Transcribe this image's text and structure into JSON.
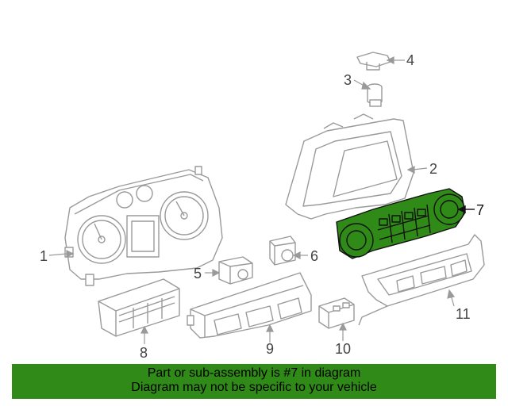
{
  "diagram": {
    "highlight_color": "#2f8a17",
    "line_color": "#9a9a9a",
    "highlighted_part": "7",
    "parts": [
      {
        "id": "1",
        "label": "1"
      },
      {
        "id": "2",
        "label": "2"
      },
      {
        "id": "3",
        "label": "3"
      },
      {
        "id": "4",
        "label": "4"
      },
      {
        "id": "5",
        "label": "5"
      },
      {
        "id": "6",
        "label": "6"
      },
      {
        "id": "7",
        "label": "7"
      },
      {
        "id": "8",
        "label": "8"
      },
      {
        "id": "9",
        "label": "9"
      },
      {
        "id": "10",
        "label": "10"
      },
      {
        "id": "11",
        "label": "11"
      }
    ]
  },
  "banner": {
    "line1": "Part or sub-assembly is #7 in diagram",
    "line2": "Diagram may not be specific to your vehicle",
    "background": "#2f8a17"
  }
}
